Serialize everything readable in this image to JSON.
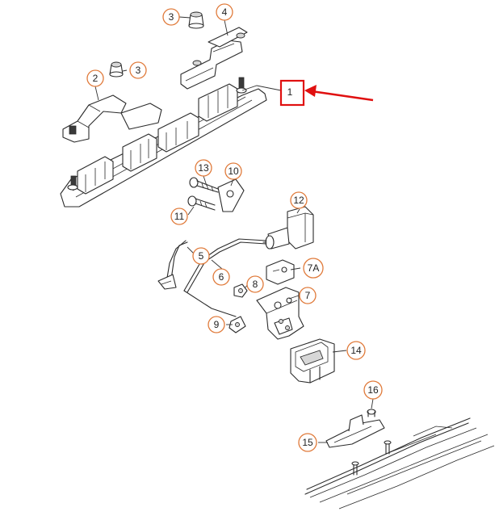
{
  "callouts": {
    "c1": "1",
    "c2": "2",
    "c3a": "3",
    "c3b": "3",
    "c4": "4",
    "c5": "5",
    "c6": "6",
    "c7": "7",
    "c7a": "7A",
    "c8": "8",
    "c9": "9",
    "c10": "10",
    "c11": "11",
    "c12": "12",
    "c13": "13",
    "c14": "14",
    "c15": "15",
    "c16": "16"
  },
  "colors": {
    "callout_ring": "#e07a3a",
    "highlight": "#e01010",
    "line": "#2b2b2b"
  }
}
